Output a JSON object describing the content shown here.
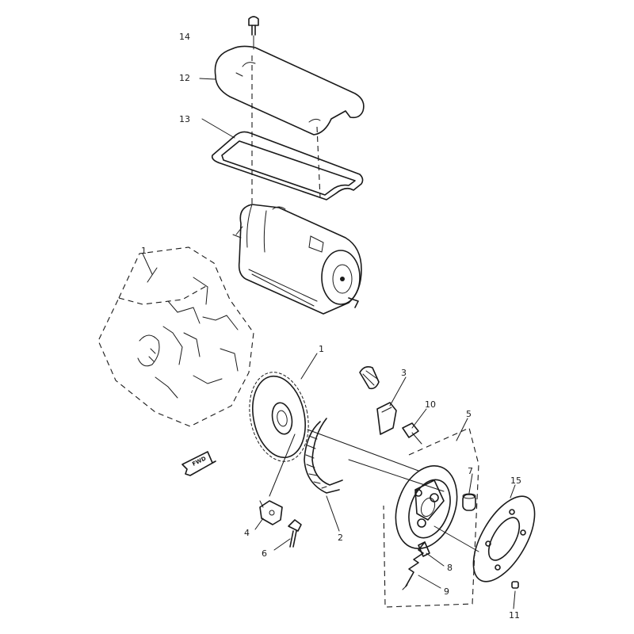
{
  "callouts": {
    "c1": "1",
    "c2": "2",
    "c3": "3",
    "c4": "4",
    "c5": "5",
    "c6": "6",
    "c7": "7",
    "c8": "8",
    "c9": "9",
    "c10": "10",
    "c11": "11",
    "c12": "12",
    "c13": "13",
    "c14": "14",
    "c15": "15"
  },
  "fwd_label": "FWD",
  "colors": {
    "ink": "#1a1a1a",
    "paper": "#ffffff"
  }
}
